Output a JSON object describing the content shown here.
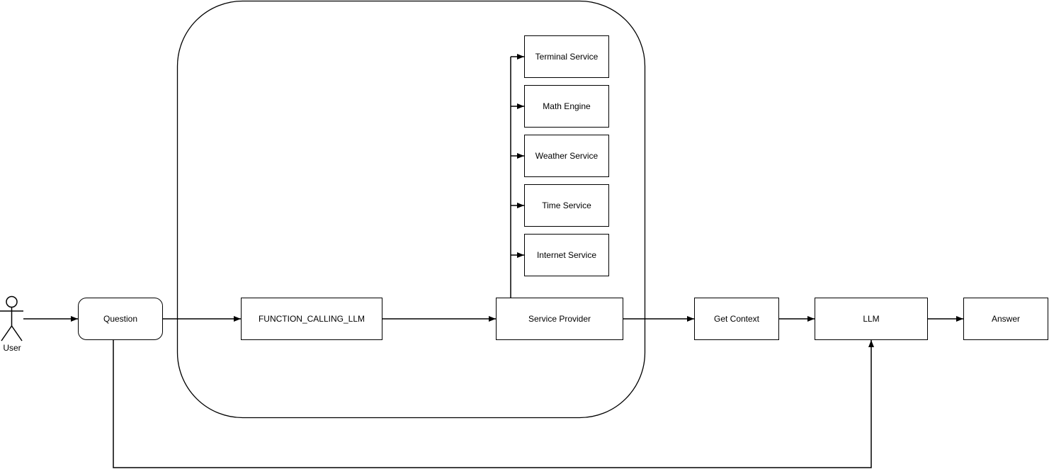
{
  "canvas": {
    "background_color": "#ffffff",
    "stroke_color": "#000000",
    "text_color": "#000000"
  },
  "actor": {
    "label": "User"
  },
  "nodes": {
    "question": {
      "label": "Question",
      "shape": "rounded-rect"
    },
    "function_calling_llm": {
      "label": "FUNCTION_CALLING_LLM",
      "shape": "rect"
    },
    "service_provider": {
      "label": "Service Provider",
      "shape": "rect"
    },
    "terminal_service": {
      "label": "Terminal Service",
      "shape": "rect"
    },
    "math_engine": {
      "label": "Math Engine",
      "shape": "rect"
    },
    "weather_service": {
      "label": "Weather Service",
      "shape": "rect"
    },
    "time_service": {
      "label": "Time Service",
      "shape": "rect"
    },
    "internet_service": {
      "label": "Internet Service",
      "shape": "rect"
    },
    "get_context": {
      "label": "Get Context",
      "shape": "rect"
    },
    "llm": {
      "label": "LLM",
      "shape": "rect"
    },
    "answer": {
      "label": "Answer",
      "shape": "rect"
    }
  },
  "container": {
    "shape": "large-rounded-rect",
    "encloses": [
      "FUNCTION_CALLING_LLM",
      "Service Provider",
      "Terminal Service",
      "Math Engine",
      "Weather Service",
      "Time Service",
      "Internet Service"
    ]
  },
  "edges": [
    {
      "from": "User",
      "to": "Question",
      "type": "arrow"
    },
    {
      "from": "Question",
      "to": "FUNCTION_CALLING_LLM",
      "type": "arrow"
    },
    {
      "from": "FUNCTION_CALLING_LLM",
      "to": "Service Provider",
      "type": "arrow"
    },
    {
      "from": "Service Provider",
      "to": "Terminal Service",
      "type": "arrow"
    },
    {
      "from": "Service Provider",
      "to": "Math Engine",
      "type": "arrow"
    },
    {
      "from": "Service Provider",
      "to": "Weather Service",
      "type": "arrow"
    },
    {
      "from": "Service Provider",
      "to": "Time Service",
      "type": "arrow"
    },
    {
      "from": "Service Provider",
      "to": "Internet Service",
      "type": "arrow"
    },
    {
      "from": "Service Provider",
      "to": "Get Context",
      "type": "arrow"
    },
    {
      "from": "Get Context",
      "to": "LLM",
      "type": "arrow"
    },
    {
      "from": "LLM",
      "to": "Answer",
      "type": "arrow"
    },
    {
      "from": "Question",
      "to": "LLM",
      "type": "arrow",
      "route": "bottom-feedback"
    }
  ]
}
